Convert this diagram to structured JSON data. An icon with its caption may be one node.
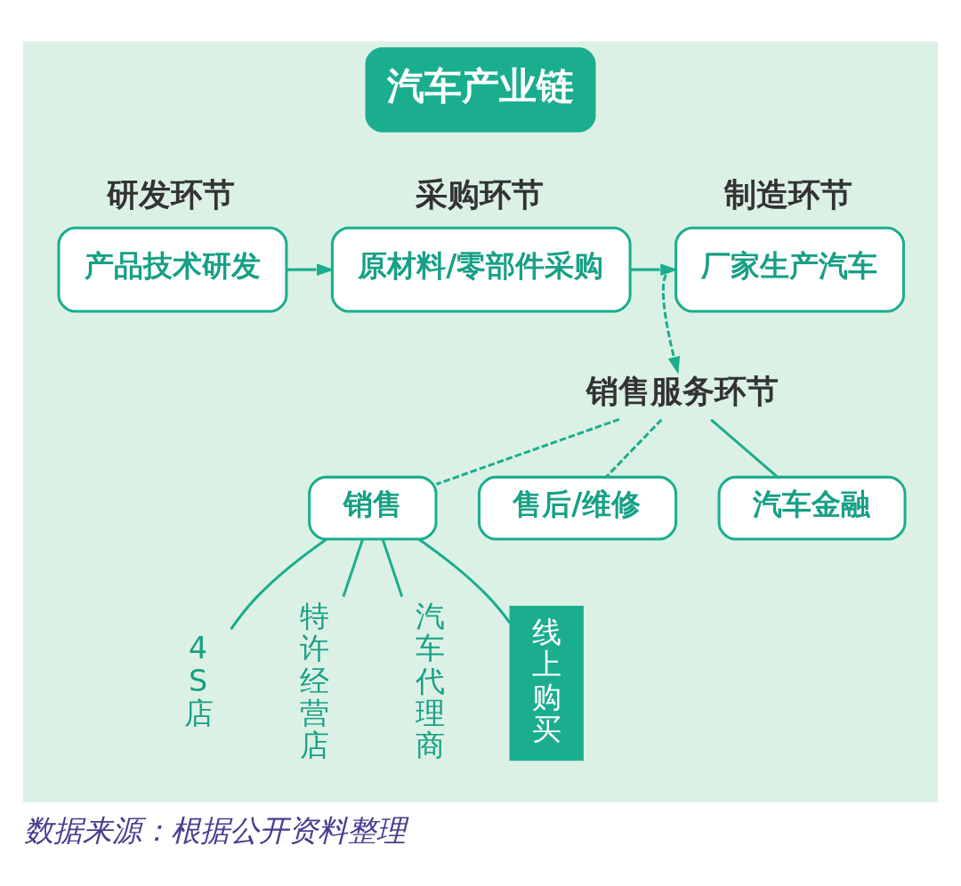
{
  "diagram": {
    "caption": "数据来源：根据公开资料整理",
    "nodes": [
      {
        "text": [
          "汽车产业链"
        ]
      },
      {
        "text": [
          "研发环节",
          "产品技术研发"
        ],
        "in": 0
      },
      {
        "text": [
          "采购环节",
          "原材料/零部件采购"
        ],
        "in": 0
      },
      {
        "text": [
          "制造环节",
          "厂家生产汽车"
        ],
        "in": 0
      },
      {
        "text": [
          "销售服务环节"
        ],
        "in": 0
      },
      {
        "text": [
          "销售"
        ],
        "in": 0
      },
      {
        "text": [
          "售后/维修"
        ],
        "in": 0
      },
      {
        "text": [
          "汽车金融"
        ],
        "in": 0
      },
      {
        "text": [
          "4S店"
        ],
        "in": 0
      },
      {
        "text": [
          "特许经营店"
        ],
        "in": 0
      },
      {
        "text": [
          "汽车代理商"
        ],
        "in": 0
      },
      {
        "text": [
          "线上购买"
        ],
        "in": 0
      }
    ],
    "edges": [
      {
        "from": 1,
        "to": 2,
        "arrow": "to"
      },
      {
        "from": 2,
        "to": 3,
        "arrow": "to"
      },
      {
        "from": 3,
        "to": 4,
        "arrow": "to",
        "style": "dashed"
      },
      {
        "from": 4,
        "to": 5,
        "arrow": "none",
        "style": "dashed"
      },
      {
        "from": 4,
        "to": 6,
        "arrow": "none",
        "style": "dashed"
      },
      {
        "from": 4,
        "to": 7,
        "arrow": "none"
      },
      {
        "from": 5,
        "to": 8,
        "arrow": "none"
      },
      {
        "from": 5,
        "to": 9,
        "arrow": "none"
      },
      {
        "from": 5,
        "to": 10,
        "arrow": "none"
      },
      {
        "from": 5,
        "to": 11,
        "arrow": "none"
      }
    ]
  }
}
